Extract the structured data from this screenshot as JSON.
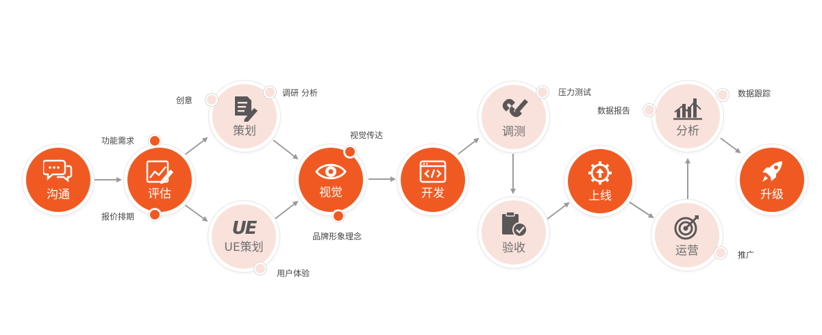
{
  "colors": {
    "accent": "#f05a22",
    "soft": "#f9e2db",
    "arrow": "#9a9a9a"
  },
  "steps": {
    "goutong": {
      "label": "沟通",
      "icon": "chat-bubbles-icon"
    },
    "pinggu": {
      "label": "评估",
      "icon": "trend-chart-icon"
    },
    "cehua": {
      "label": "策划",
      "icon": "document-pen-icon"
    },
    "ue_cehua": {
      "label": "UE策划",
      "icon": "ue-logo-icon",
      "icon_text": "UE"
    },
    "shijue": {
      "label": "视觉",
      "icon": "eye-icon"
    },
    "kaifa": {
      "label": "开发",
      "icon": "code-window-icon"
    },
    "tiaoce": {
      "label": "调测",
      "icon": "link-pencil-icon"
    },
    "yanshou": {
      "label": "验收",
      "icon": "clipboard-check-icon"
    },
    "shangxian": {
      "label": "上线",
      "icon": "gear-upload-icon"
    },
    "yunying": {
      "label": "运营",
      "icon": "target-icon"
    },
    "fenxi": {
      "label": "分析",
      "icon": "bar-chart-icon"
    },
    "shengji": {
      "label": "升级",
      "icon": "rocket-icon"
    }
  },
  "notes": {
    "gongneng": "功能需求",
    "baojia": "报价排期",
    "chuangyi": "创意",
    "diaoyan": "调研 分析",
    "yonghu": "用户体验",
    "chuanda": "视觉传达",
    "linian": "品牌形象理念",
    "yali": "压力测试",
    "baogao": "数据报告",
    "genzong": "数据跟踪",
    "tuiguang": "推广"
  }
}
